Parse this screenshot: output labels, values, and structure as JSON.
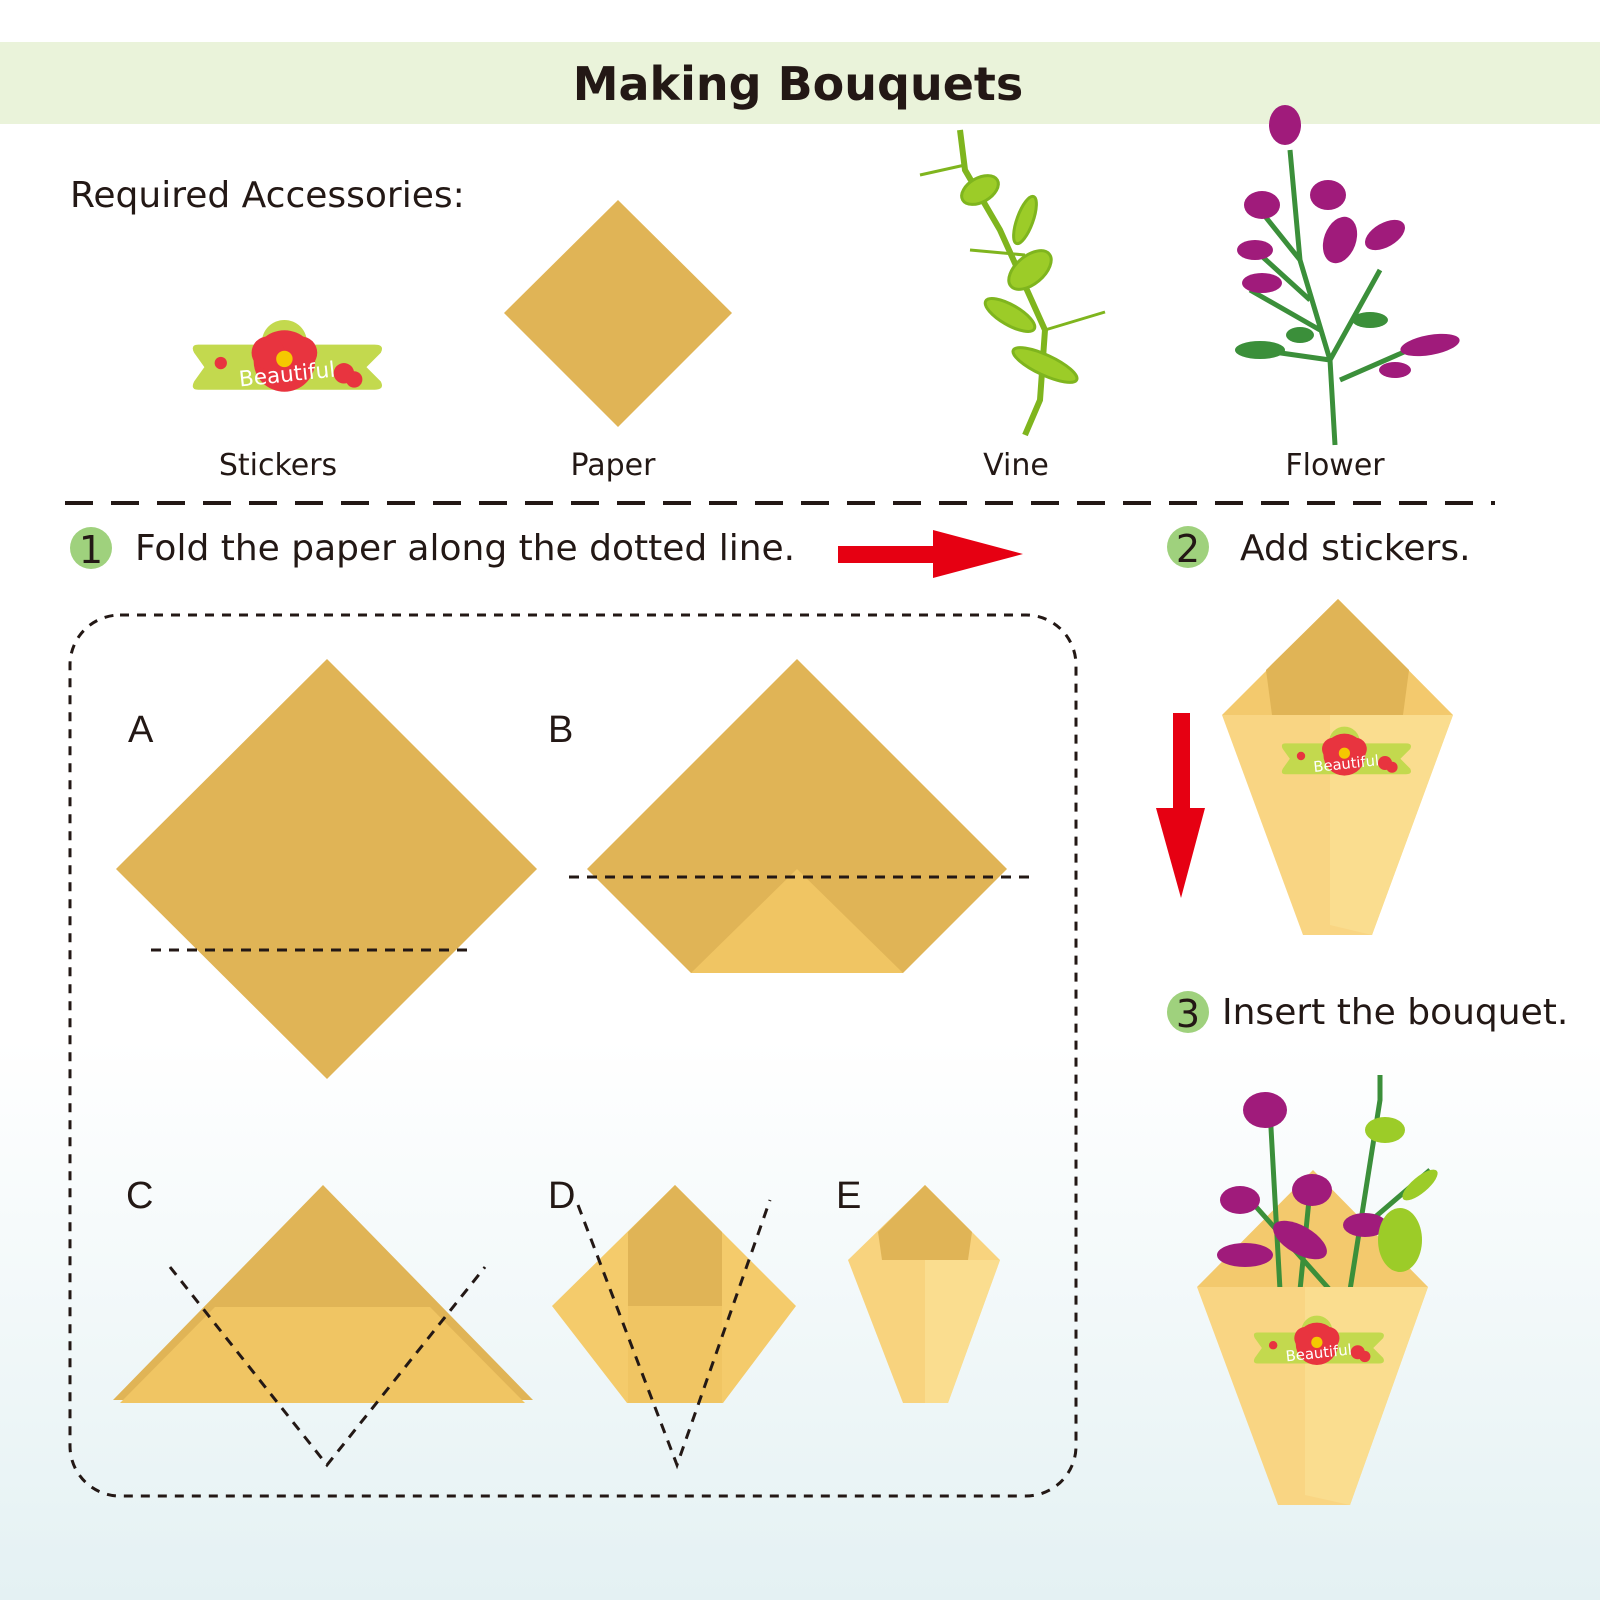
{
  "header": {
    "title": "Making Bouquets",
    "band_color": "#eaf3da"
  },
  "accessories": {
    "heading": "Required Accessories:",
    "items": [
      {
        "label": "Stickers",
        "icon": "sticker-icon"
      },
      {
        "label": "Paper",
        "icon": "paper-icon"
      },
      {
        "label": "Vine",
        "icon": "vine-icon"
      },
      {
        "label": "Flower",
        "icon": "flower-icon"
      }
    ]
  },
  "sticker": {
    "logo_text": "Beautiful"
  },
  "steps": [
    {
      "number": "1",
      "text": "Fold the paper along the dotted line."
    },
    {
      "number": "2",
      "text": "Add stickers."
    },
    {
      "number": "3",
      "text": "Insert the bouquet."
    }
  ],
  "fold_diagrams": [
    "A",
    "B",
    "C",
    "D",
    "E"
  ],
  "colors": {
    "paper": "#e0b456",
    "paper_light": "#f0c563",
    "cone": "#f9d583",
    "arrow": "#e60012",
    "step_circle": "#9fd17d"
  }
}
